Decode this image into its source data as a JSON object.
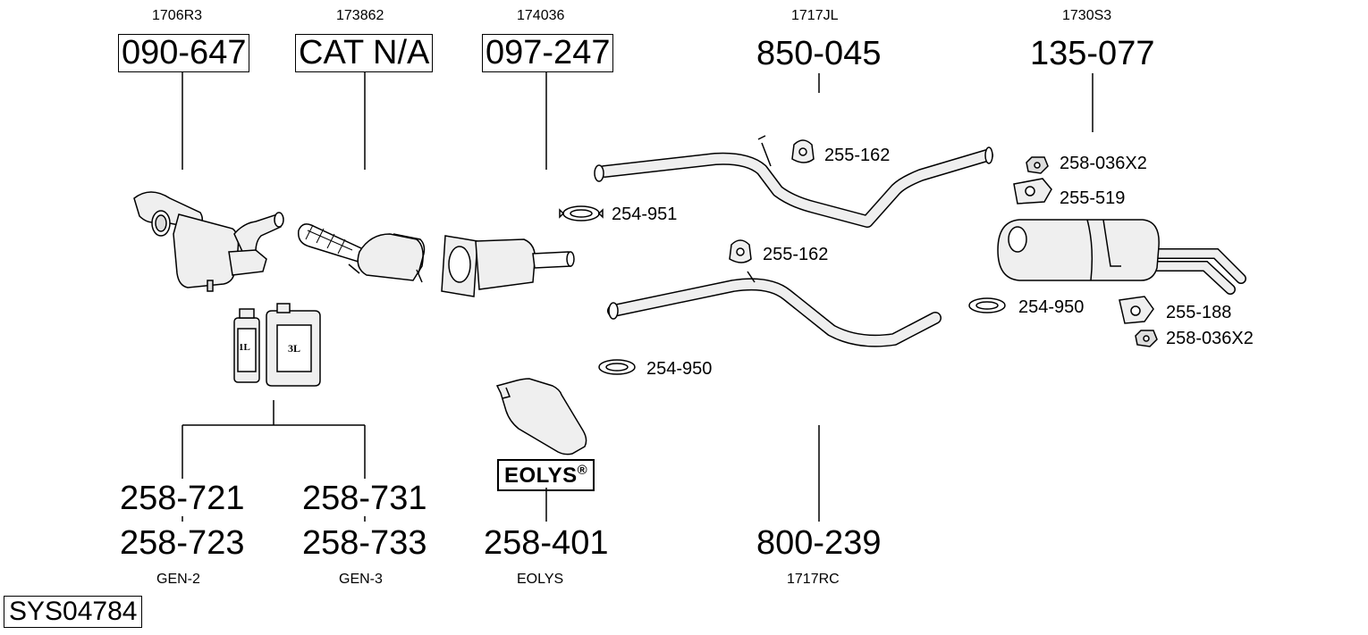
{
  "top": {
    "cat1": {
      "code": "1706R3",
      "part": "090-647"
    },
    "cat2": {
      "code": "173862",
      "part": "CAT N/A"
    },
    "cat3": {
      "code": "174036",
      "part": "097-247"
    },
    "mid_pipe": {
      "code": "1717JL",
      "part": "850-045"
    },
    "rear": {
      "code": "1730S3",
      "part": "135-077"
    }
  },
  "fittings": {
    "clamp_254_951": "254-951",
    "hanger_255_162_a": "255-162",
    "hanger_255_162_b": "255-162",
    "nut_258_036_a": "258-036X2",
    "hanger_255_519": "255-519",
    "clamp_254_950_a": "254-950",
    "clamp_254_950_b": "254-950",
    "hanger_255_188": "255-188",
    "nut_258_036_b": "258-036X2"
  },
  "fluids": {
    "can_small_label": "1L",
    "can_large_label": "3L"
  },
  "eolys_badge": {
    "text": "EOLYS",
    "mark": "®"
  },
  "bottom": {
    "gen2": {
      "part1": "258-721",
      "part2": "258-723",
      "code": "GEN-2"
    },
    "gen3": {
      "part1": "258-731",
      "part2": "258-733",
      "code": "GEN-3"
    },
    "eolys": {
      "part": "258-401",
      "code": "EOLYS"
    },
    "front_pipe": {
      "part": "800-239",
      "code": "1717RC"
    }
  },
  "system_id": "SYS04784"
}
